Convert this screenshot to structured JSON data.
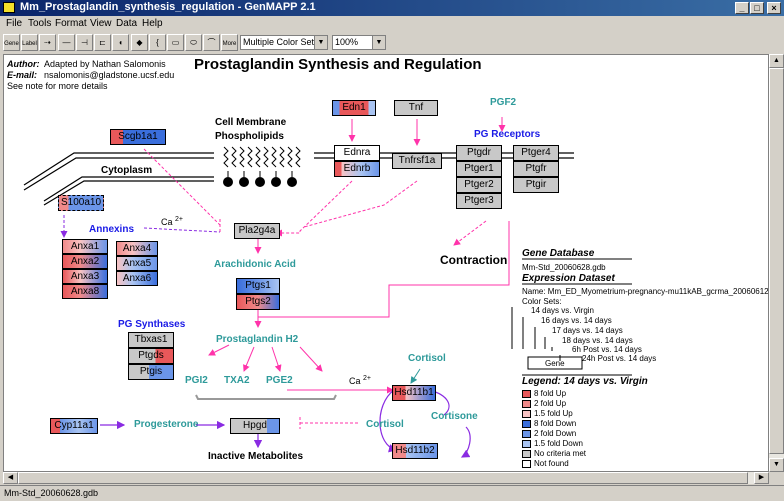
{
  "window": {
    "title": "Mm_Prostaglandin_synthesis_regulation - GenMAPP 2.1"
  },
  "menu": [
    "File",
    "Tools",
    "Format",
    "View",
    "Data",
    "Help"
  ],
  "toolbar": {
    "gene_btn": "Gene",
    "label_btn": "Label",
    "more_btn": "More",
    "color_set": "Multiple Color Sets",
    "zoom": "100%"
  },
  "status": {
    "text": "Mm-Std_20060628.gdb"
  },
  "colors": {
    "up_high": "#e8585a",
    "up_mid": "#f08a8a",
    "up_low": "#f8c3c3",
    "down_high": "#3a6edc",
    "down_mid": "#6b95e8",
    "down_low": "#a9c4f2",
    "no_criteria": "#c8c8c8",
    "not_found": "#ffffff",
    "pathway_pink": "#ff33aa",
    "violet": "#8a2be2",
    "teal": "#2e9a9a",
    "blue_label": "#1a1ae6"
  },
  "map": {
    "title": "Prostaglandin Synthesis and Regulation",
    "author_label": "Author:",
    "author_value": "Adapted by Nathan Salomonis",
    "email_label": "E-mail:",
    "email_value": "nsalomonis@gladstone.ucsf.edu",
    "note": "See note for more details",
    "cell_membrane": "Cell Membrane",
    "phospholipids": "Phospholipids",
    "cytoplasm": "Cytoplasm",
    "annexins": "Annexins",
    "ca_text": "Ca",
    "ca_sup": "2+",
    "arachidonic_acid": "Arachidonic Acid",
    "pg_synthases": "PG Synthases",
    "prostaglandin_h2": "Prostaglandin H2",
    "pgi2": "PGI2",
    "txa2": "TXA2",
    "pge2": "PGE2",
    "pgf2": "PGF2",
    "pg_receptors": "PG Receptors",
    "contraction": "Contraction",
    "cortisol": "Cortisol",
    "cortisone": "Cortisone",
    "progesterone": "Progesterone",
    "inactive_metabolites": "Inactive Metabolites",
    "genes": {
      "scgb1a1": "Scgb1a1",
      "s100a10": "S100a10",
      "anxa1": "Anxa1",
      "anxa2": "Anxa2",
      "anxa3": "Anxa3",
      "anxa8": "Anxa8",
      "anxa4": "Anxa4",
      "anxa5": "Anxa5",
      "anxa6": "Anxa6",
      "edn1": "Edn1",
      "tnf": "Tnf",
      "ednra": "Ednra",
      "ednrb": "Ednrb",
      "tnfrsf1a": "Tnfrsf1a",
      "ptgdr": "Ptgdr",
      "ptger1": "Ptger1",
      "ptger2": "Ptger2",
      "ptger3": "Ptger3",
      "ptger4": "Ptger4",
      "ptgfr": "Ptgfr",
      "ptgir": "Ptgir",
      "pla2g4a": "Pla2g4a",
      "ptgs1": "Ptgs1",
      "ptgs2": "Ptgs2",
      "tbxas1": "Tbxas1",
      "ptgds": "Ptgds",
      "ptgis": "Ptgis",
      "hsd11b1": "Hsd11b1",
      "hsd11b2": "Hsd11b2",
      "cyp11a1": "Cyp11a1",
      "hpgd": "Hpgd"
    }
  },
  "info": {
    "gene_db_title": "Gene Database",
    "gene_db_value": "Mm-Std_20060628.gdb",
    "expr_title": "Expression Dataset",
    "expr_name": "Name: Mm_ED_Myometrium-pregnancy-mu11kAB_gcrma_20060612",
    "color_sets": "Color Sets:",
    "sets": [
      "14 days vs. Virgin",
      "16 days vs. 14 days",
      "17 days vs. 14 days",
      "18 days vs. 14 days",
      "6h Post vs. 14 days",
      "24h Post vs. 14 days"
    ],
    "gene_box": "Gene",
    "legend_title": "Legend: 14 days vs. Virgin",
    "legend": [
      "8 fold Up",
      "2 fold Up",
      "1.5 fold Up",
      "8 fold Down",
      "2 fold Down",
      "1.5 fold Down",
      "No criteria met",
      "Not found"
    ]
  }
}
